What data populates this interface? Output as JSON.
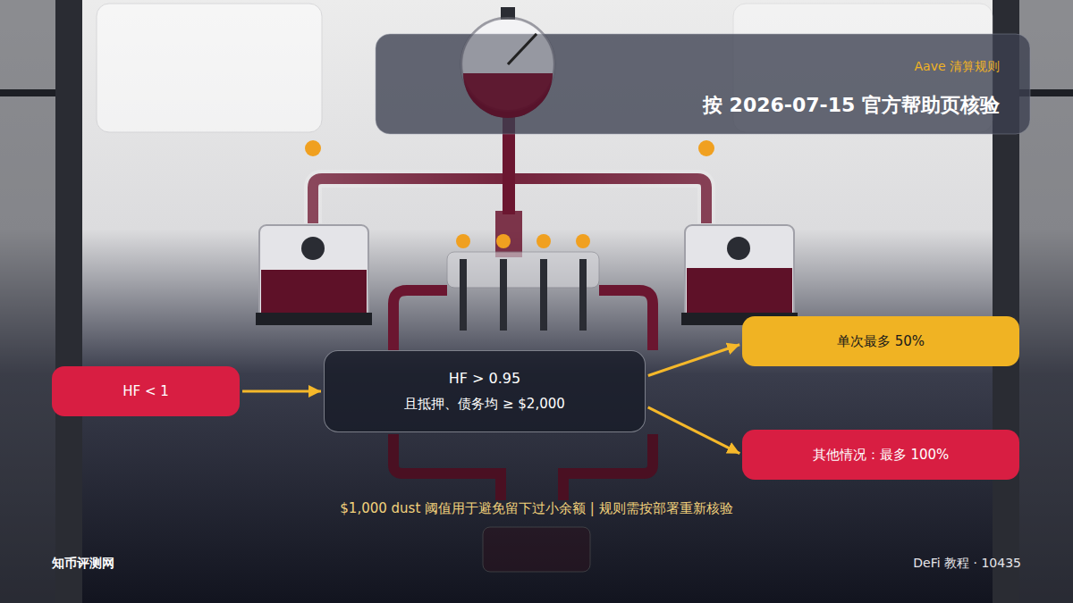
{
  "diagram": {
    "title": "按 2026-07-15 官方帮助页核验",
    "caption": "$1,000 dust 阈值用于避免留下过小余额 | 规则需按部署重新核验",
    "nodes": [
      {
        "text": [
          "HF < 1"
        ]
      },
      {
        "text": [
          "HF > 0.95",
          "且抵押、债务均 ≥ $2,000"
        ]
      },
      {
        "text": [
          "单次最多 50%"
        ]
      },
      {
        "text": [
          "其他情况：最多 100%"
        ]
      }
    ],
    "edges": [
      {
        "from": 0,
        "to": 1,
        "arrow": "to"
      },
      {
        "from": 1,
        "to": 2,
        "arrow": "to"
      },
      {
        "from": 1,
        "to": 3,
        "arrow": "to"
      }
    ],
    "labels": [
      "Aave 清算规则",
      "知币评测网",
      "DeFi 教程 · 10435"
    ]
  }
}
